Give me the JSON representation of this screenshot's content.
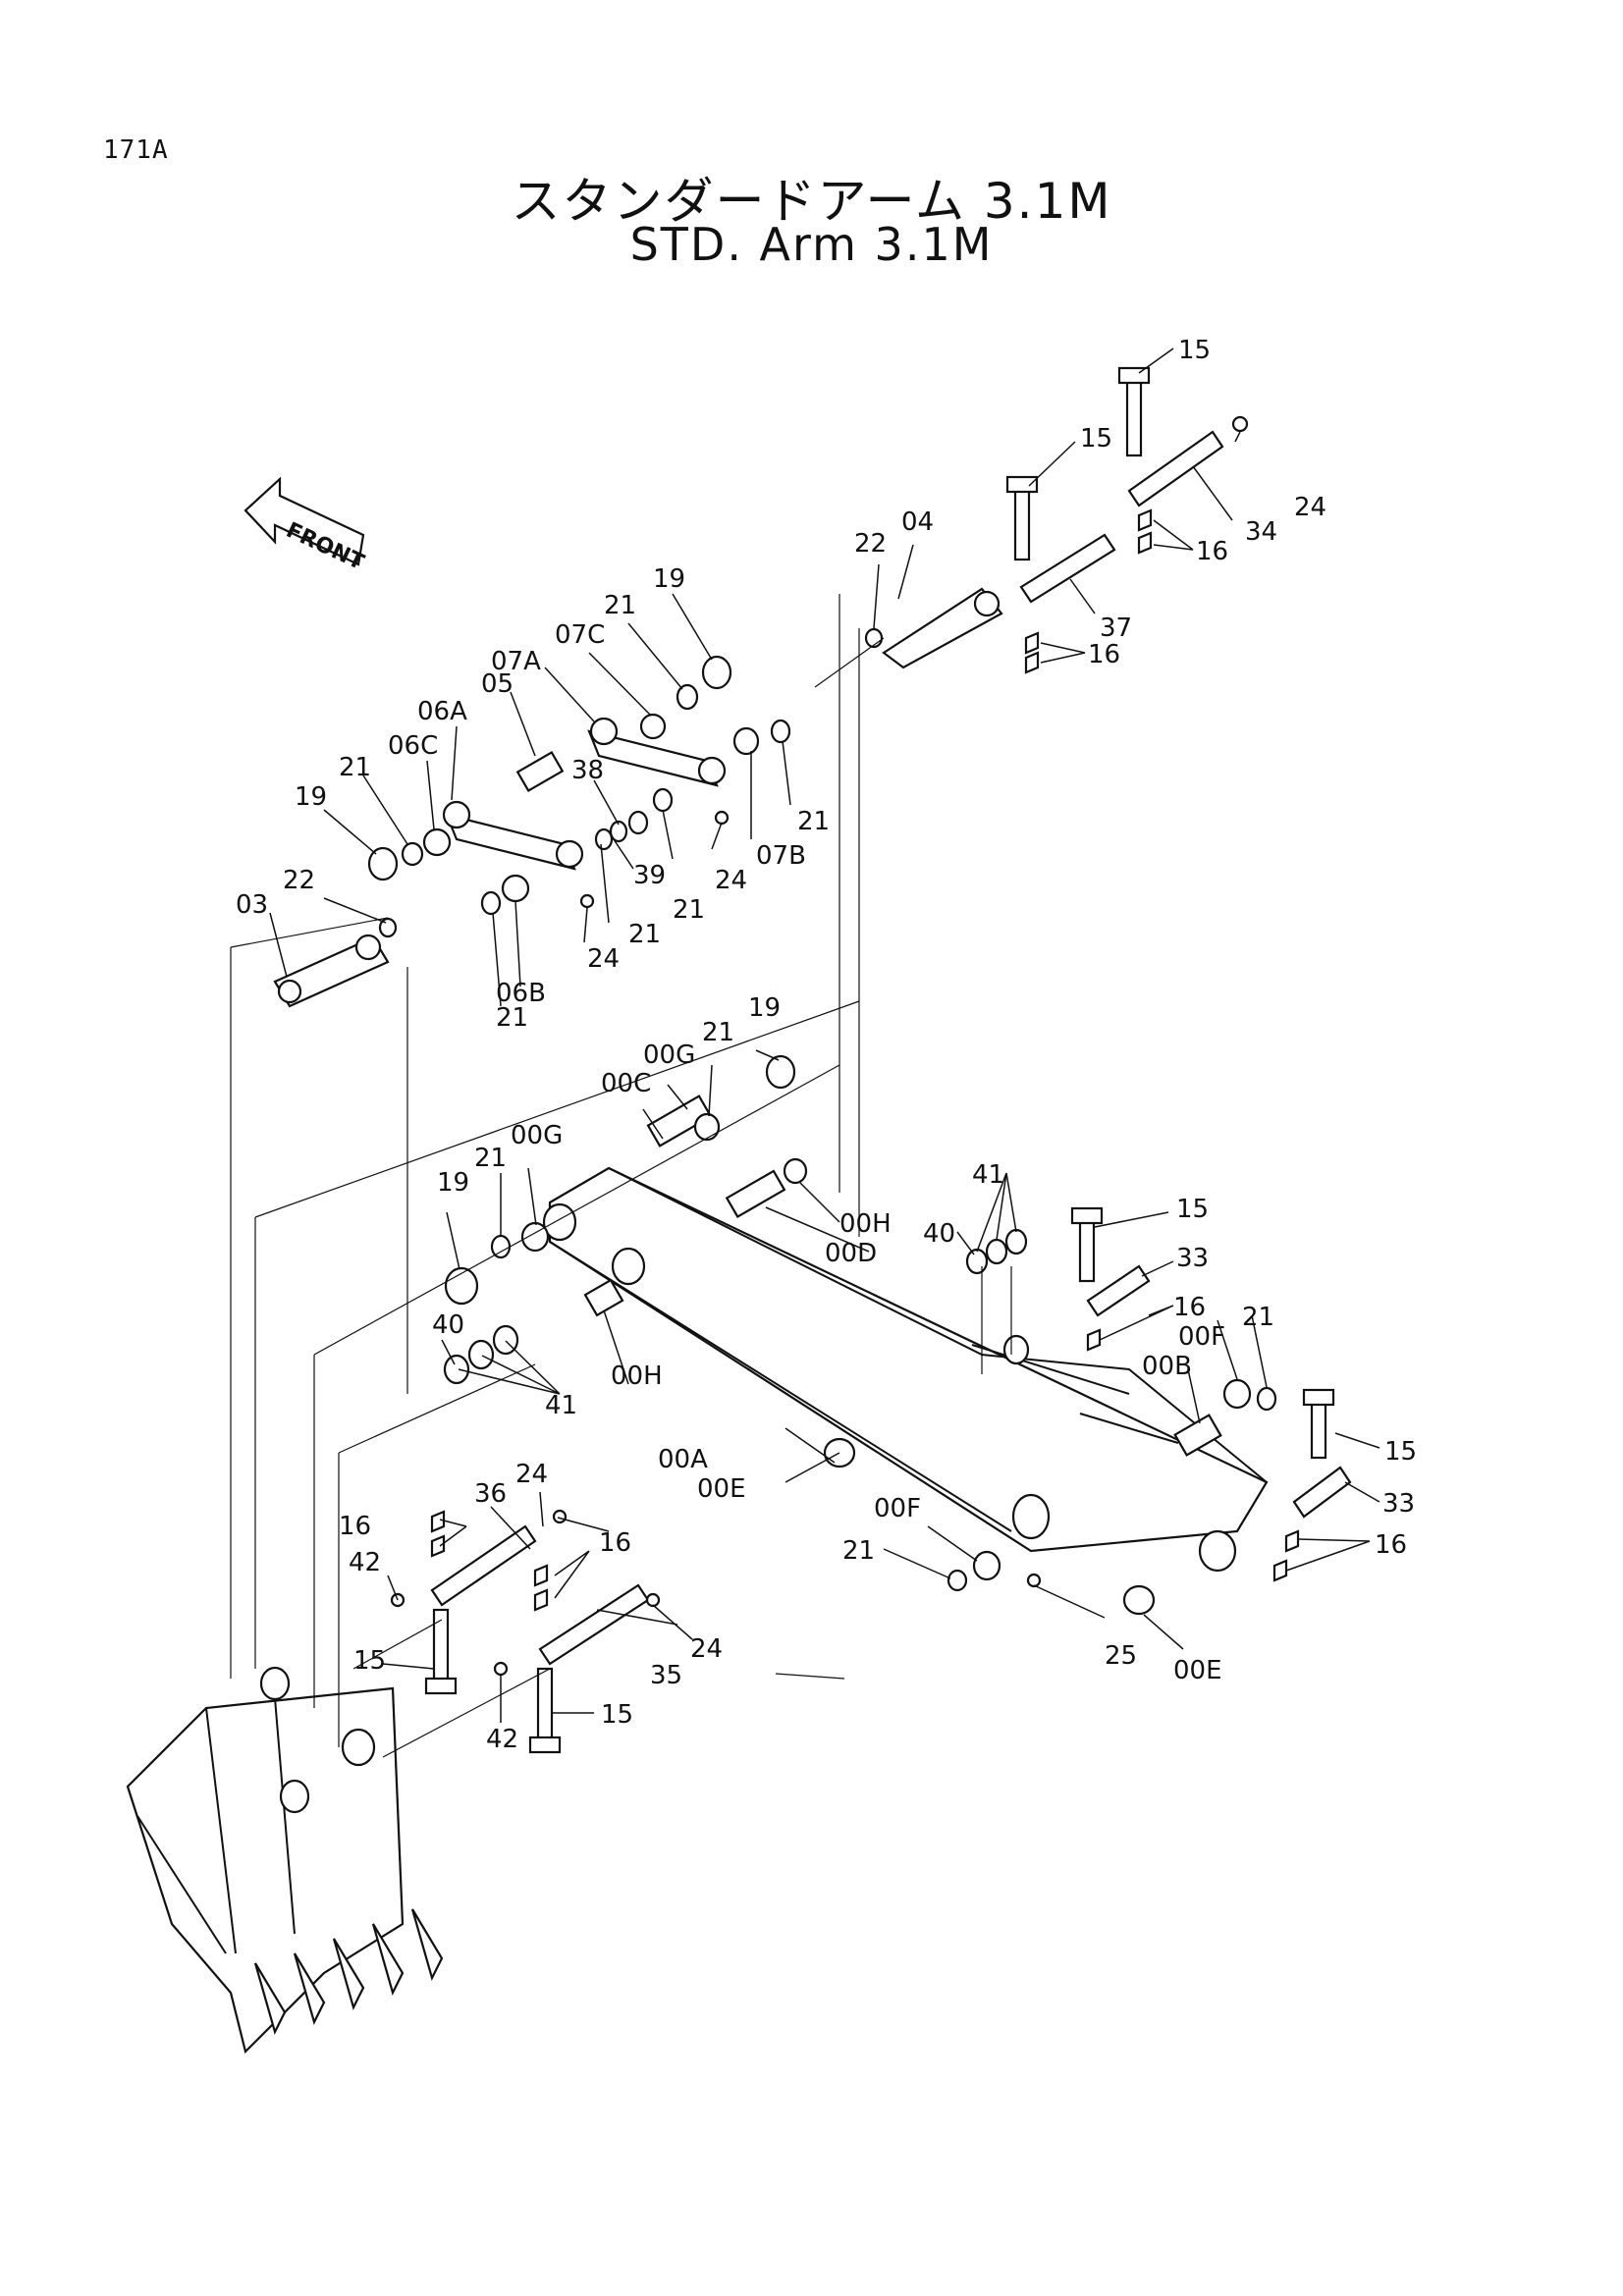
{
  "page_code": "171A",
  "title_jp": "スタンダードアーム 3.1M",
  "title_en": "STD. Arm 3.1M",
  "front_label": "FRONT",
  "labels": {
    "p15a": "15",
    "p15b": "15",
    "p24a": "24",
    "p34": "34",
    "p16a": "16",
    "p22a": "22",
    "p04": "04",
    "p37": "37",
    "p16b": "16",
    "p19a": "19",
    "p21a": "21",
    "p07C": "07C",
    "p07A": "07A",
    "p05": "05",
    "p06A": "06A",
    "p06C": "06C",
    "p21b": "21",
    "p19b": "19",
    "p38": "38",
    "p39": "39",
    "p21c": "21",
    "p21d": "21",
    "p24b": "24",
    "p07B": "07B",
    "p21e": "21",
    "p24c": "24",
    "p22b": "22",
    "p03": "03",
    "p06B": "06B",
    "p21f": "21",
    "p19c": "19",
    "p21g": "21",
    "p00G_a": "00G",
    "p00C": "00C",
    "p00G_b": "00G",
    "p21h": "21",
    "p19d": "19",
    "p00H_a": "00H",
    "p00D": "00D",
    "p40a": "40",
    "p41a": "41",
    "p15c": "15",
    "p33a": "33",
    "p16c": "16",
    "p21i": "21",
    "p00F_a": "00F",
    "p00B": "00B",
    "p40b": "40",
    "p41b": "41",
    "p00H_b": "00H",
    "p00A": "00A",
    "p00E_a": "00E",
    "p24d": "24",
    "p36": "36",
    "p16d": "16",
    "p42a": "42",
    "p16e": "16",
    "p15d": "15",
    "p24e": "24",
    "p35": "35",
    "p42b": "42",
    "p15e": "15",
    "p00F_b": "00F",
    "p21j": "21",
    "p25": "25",
    "p00E_b": "00E",
    "p15f": "15",
    "p33b": "33",
    "p16f": "16"
  }
}
